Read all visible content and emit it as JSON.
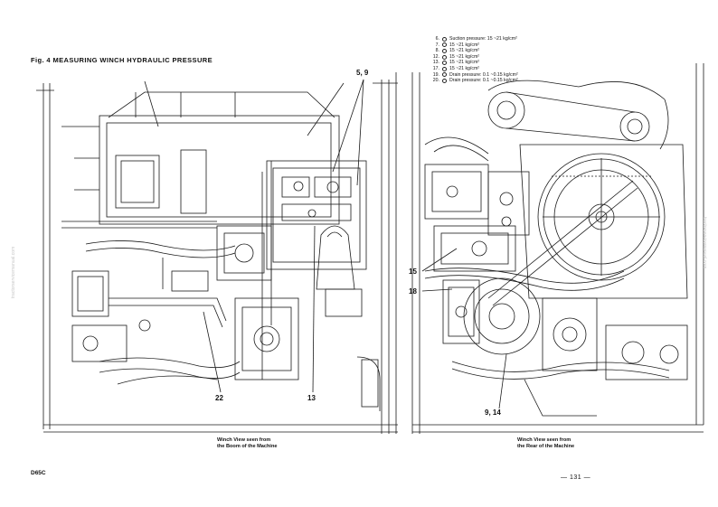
{
  "figure_title": "Fig. 4 MEASURING WINCH HYDRAULIC PRESSURE",
  "legend": [
    {
      "no": "6.",
      "text": "Suction pressure: 15 ~21 kg/cm²"
    },
    {
      "no": "7.",
      "text": "15 ~21 kg/cm²"
    },
    {
      "no": "8.",
      "text": "15 ~21 kg/cm²"
    },
    {
      "no": "12.",
      "text": "15 ~21 kg/cm²"
    },
    {
      "no": "13.",
      "text": "15 ~21 kg/cm²"
    },
    {
      "no": "17.",
      "text": "15 ~21 kg/cm²"
    },
    {
      "no": "19.",
      "text": "Drain pressure: 0.1 ~0.15 kg/cm²"
    },
    {
      "no": "20.",
      "text": "Drain pressure: 0.1 ~0.15 kg/cm²"
    }
  ],
  "callouts": {
    "c_5_9": "5, 9",
    "c_22": "22",
    "c_13": "13",
    "c_15": "15",
    "c_18": "18",
    "c_9_14": "9, 14"
  },
  "captions": {
    "left_line1": "Winch View seen from",
    "left_line2": "the Boom of the Machine",
    "right_line1": "Winch View seen from",
    "right_line2": "the Rear of the Machine"
  },
  "model": "D65C",
  "page_number": "— 131 —",
  "watermark": "tractorservicemanual.com"
}
